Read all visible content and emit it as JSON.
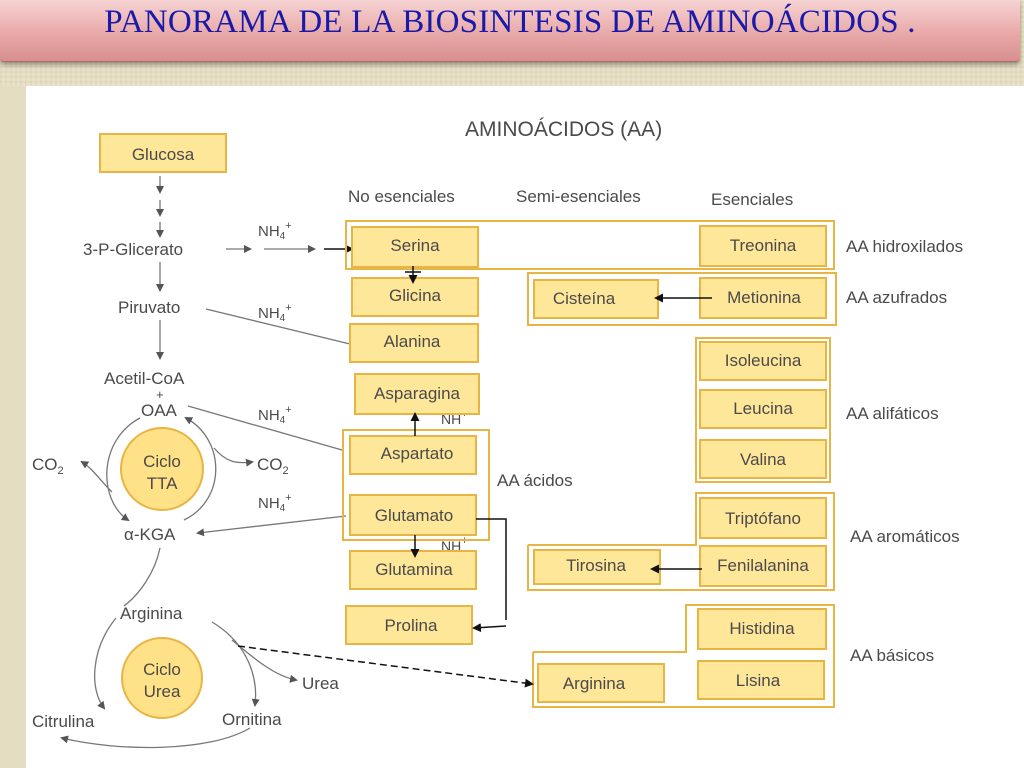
{
  "title": "PANORAMA DE LA BIOSINTESIS DE  AMINOÁCIDOS .",
  "diagram": {
    "heading": "AMINOÁCIDOS (AA)",
    "columns": {
      "no_esenciales": "No esenciales",
      "semi_esenciales": "Semi-esenciales",
      "esenciales": "Esenciales"
    },
    "pathway": {
      "glucosa": "Glucosa",
      "glicerato": "3-P-Glicerato",
      "piruvato": "Piruvato",
      "acetil": "Acetil-CoA",
      "oaa": "OAA",
      "kga": "α-KGA",
      "co2_left": "CO",
      "co2_right": "CO",
      "sub2": "2",
      "ciclo_tta_1": "Ciclo",
      "ciclo_tta_2": "TTA",
      "ciclo_urea_1": "Ciclo",
      "ciclo_urea_2": "Urea",
      "arginina": "Arginina",
      "citrulina": "Citrulina",
      "ornitina": "Ornitina",
      "urea": "Urea",
      "plus": "+"
    },
    "nh4": "NH",
    "nh4_sub": "4",
    "nh4_sup": "+",
    "aa": {
      "serina": "Serina",
      "glicina": "Glicina",
      "alanina": "Alanina",
      "asparagina": "Asparagina",
      "aspartato": "Aspartato",
      "glutamato": "Glutamato",
      "glutamina": "Glutamina",
      "prolina": "Prolina",
      "cisteina": "Cisteína",
      "tirosina": "Tirosina",
      "arginina": "Arginina",
      "treonina": "Treonina",
      "metionina": "Metionina",
      "isoleucina": "Isoleucina",
      "leucina": "Leucina",
      "valina": "Valina",
      "triptofano": "Triptófano",
      "fenilalanina": "Fenilalanina",
      "histidina": "Histidina",
      "lisina": "Lisina"
    },
    "groups": {
      "hidroxilados": "AA hidroxilados",
      "azufrados": "AA azufrados",
      "alifaticos": "AA alifáticos",
      "acidos": "AA ácidos",
      "aromaticos": "AA aromáticos",
      "basicos": "AA básicos"
    },
    "colors": {
      "box_fill": "#ffe79a",
      "box_border": "#e8b545",
      "title_text": "#1a1aa8",
      "title_band": "#e9a9a9"
    }
  }
}
